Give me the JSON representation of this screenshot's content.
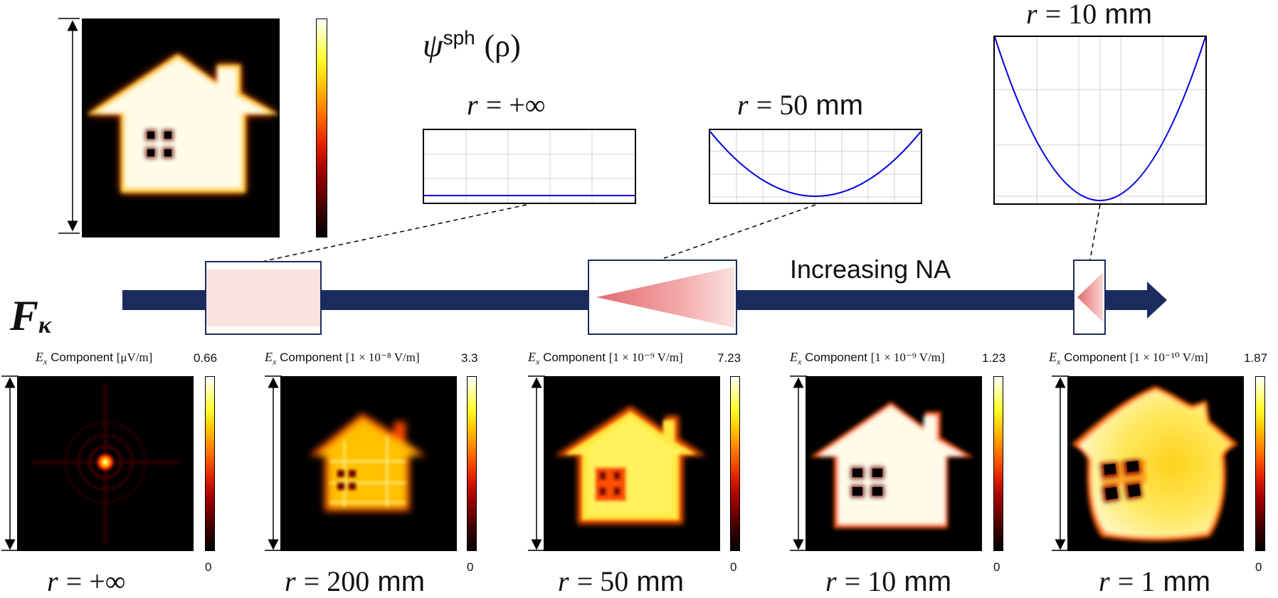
{
  "psi_label": {
    "symbol": "ψ",
    "superscript": "sph",
    "argument": "(ρ)"
  },
  "fourier_label": {
    "symbol": "F",
    "subscript": "κ"
  },
  "top_profiles": [
    {
      "label_var": "r",
      "label_eq": "= +∞",
      "label_unit": ""
    },
    {
      "label_var": "r",
      "label_eq": "= 50",
      "label_unit": "mm"
    },
    {
      "label_var": "r",
      "label_eq": "= 10",
      "label_unit": "mm"
    }
  ],
  "arrow_text": "Increasing NA",
  "panels": [
    {
      "component_var": "E",
      "component_sub": "x",
      "component_word": "Component",
      "units": "[μV/m]",
      "max": "0.66",
      "min": "0",
      "r_var": "r",
      "r_eq": "= +∞",
      "r_unit": ""
    },
    {
      "component_var": "E",
      "component_sub": "x",
      "component_word": "Component",
      "units": "[1 × 10⁻⁸ V/m]",
      "max": "3.3",
      "min": "0",
      "r_var": "r",
      "r_eq": "= 200",
      "r_unit": "mm"
    },
    {
      "component_var": "E",
      "component_sub": "x",
      "component_word": "Component",
      "units": "[1 × 10⁻⁹ V/m]",
      "max": "7.23",
      "min": "0",
      "r_var": "r",
      "r_eq": "= 50",
      "r_unit": "mm"
    },
    {
      "component_var": "E",
      "component_sub": "x",
      "component_word": "Component",
      "units": "[1 × 10⁻⁹ V/m]",
      "max": "1.23",
      "min": "0",
      "r_var": "r",
      "r_eq": "= 10",
      "r_unit": "mm"
    },
    {
      "component_var": "E",
      "component_sub": "x",
      "component_word": "Component",
      "units": "[1 × 10⁻¹⁰ V/m]",
      "max": "1.87",
      "min": "0",
      "r_var": "r",
      "r_eq": "= 1",
      "r_unit": "mm"
    }
  ],
  "colors": {
    "arrow": "#1c2b5e",
    "curve": "#0000dd",
    "cone": "#e36a70"
  }
}
